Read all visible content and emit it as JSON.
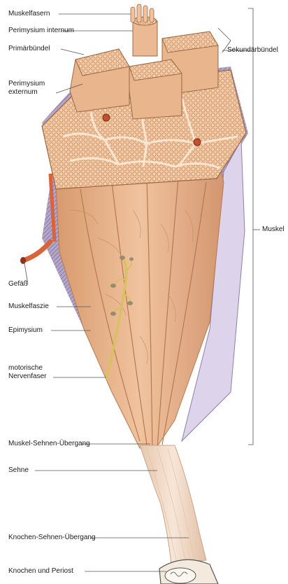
{
  "labels": {
    "muskelfasern": "Muskelfasern",
    "perimysium_internum": "Perimysium internum",
    "primaerbuendel": "Primärbündel",
    "perimysium_externum_1": "Perimysium",
    "perimysium_externum_2": "externum",
    "sekundaerbuendel": "Sekundärbündel",
    "muskel": "Muskel",
    "gefaess": "Gefäß",
    "muskelfaszie": "Muskelfaszie",
    "epimysium": "Epimysium",
    "motorische_1": "motorische",
    "motorische_2": "Nervenfaser",
    "muskel_sehnen": "Muskel-Sehnen-Übergang",
    "sehne": "Sehne",
    "knochen_sehnen": "Knochen-Sehnen-Übergang",
    "knochen_periost": "Knochen und Periost"
  },
  "colors": {
    "muscle": "#e8b48c",
    "muscle_dark": "#c98a5f",
    "fascia": "#7c6a9a",
    "tendon": "#f1d9c6",
    "vessel": "#d8643c",
    "nerve": "#e7d27a",
    "line": "#333333"
  }
}
